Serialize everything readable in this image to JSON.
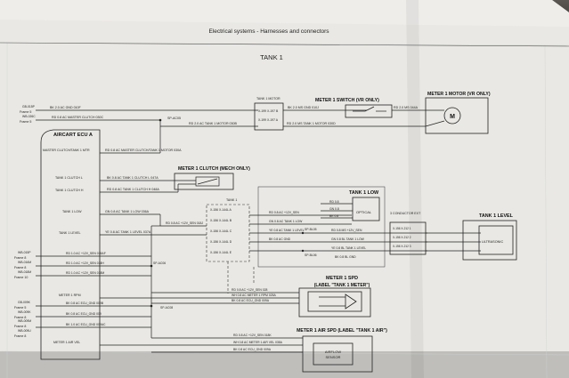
{
  "page": {
    "header": "Electrical systems - Harnesses and connectors",
    "section_title": "TANK 1"
  },
  "colors": {
    "paper": "#ecebe8",
    "ink": "#1d1d1d",
    "background": "#3a3834"
  },
  "blocks": {
    "ecu": "AIRCART ECU A",
    "tank_motor": "TANK 1 MOTOR",
    "meter_switch": "METER 1 SWITCH (VR ONLY)",
    "meter_motor": "METER 1 MOTOR (VR ONLY)",
    "meter_clutch": "METER 1 CLUTCH (MECH ONLY)",
    "tank_low": "TANK 1 LOW",
    "tank_low_optical": "OPTICAL",
    "three_conductor": "3 CONDUCTOR EXT",
    "tank_level": "TANK 1 LEVEL",
    "tank_level_sensor": "ULTRASONIC",
    "tank1_connector": "TANK 1",
    "meter_spd": "METER 1 SPD",
    "meter_spd_label": "(LABEL \"TANK 1 METER\")",
    "meter_air_spd": "METER 1 AIR SPD (LABEL \"TANK 1 AIR\")",
    "airflow_sensor_line1": "AIRFLOW",
    "airflow_sensor_line2": "SENSOR"
  },
  "frames": [
    {
      "splice": "GB-015P",
      "label": "Frame 5"
    },
    {
      "splice": "WB-026C",
      "label": "Frame 5"
    },
    {
      "splice": "WB-015P",
      "label": "Frame 8"
    },
    {
      "splice": "WB-016M",
      "label": "Frame 8"
    },
    {
      "splice": "WB-018M",
      "label": "Frame 10"
    },
    {
      "splice": "GB-009K",
      "label": "Frame 5"
    },
    {
      "splice": "WB-009K",
      "label": "Frame 8"
    },
    {
      "splice": "WB-009M",
      "label": "Frame 8"
    },
    {
      "splice": "WB-009U",
      "label": "Frame 8"
    }
  ],
  "ecu_pins": [
    "MASTER CLUTCH/TANK 1 MTR",
    "TANK 1 CLUTCH L",
    "TANK 1 CLUTCH H",
    "TANK 1 LOW",
    "TANK 1 LEVEL",
    "METER 1 RPM",
    "METER 1 AIR VEL"
  ],
  "wires": {
    "w1": "BK 2.0 AC GND 010F",
    "w2": "RD 0.8 AC MASTER CLUTCH 030C",
    "w3": "RD 0.8 AC MASTER CLUTCH/TANK 1 MOTOR 030A",
    "w4": "RD 2.0 AC TANK 1 MOTOR 030B",
    "w5": "RD 2.0 MS TANK 1 MOTOR 030D",
    "w6": "BK 2.0 MS GND 010J",
    "w7": "RD 2.0 MS 044A",
    "w8": "BK 0.8 AC TANK 1 CLUTCH L 047A",
    "w9": "RD 0.8 AC TANK 1 CLUTCH H 048A",
    "w10": "GN 0.8 AC TANK 1 LOW 036A",
    "w11": "YE 0.8 AC TANK 1 LEVEL 037A",
    "w12": "RD 0.8 AC +12V_SEN 018J",
    "w13": "RD 0.8 AC +12V_SEN",
    "w14": "GN 0.8 AC TANK 1 LOW",
    "w15": "YE 0.8 AC TANK 1 LEVEL",
    "w16": "BK 0.8 AC GND",
    "w17": "RD 1.0 AC +12V_SEN 018AF",
    "w18": "RD 1.0 AC +12V_SEN 018H",
    "w19": "RD 1.0 AC +12V_SEN 018M",
    "w20": "RD 0.8 AC +12V_SEN 028",
    "w21": "WH 0.8 AC METER 1 RPM 025A",
    "w22": "BK 0.8 AC ECU_GND 009A",
    "w23": "BK 0.8 AC ECU_GND 009B",
    "w24": "BK 1.0 AC ECU_GND 009AC",
    "w25": "BK 0.8 AC ECU_GND 009",
    "w26": "WH 0.8 AC METER 1 AIR VEL 035A",
    "w27": "RD 0.8 AC +12V_SEN 018K",
    "w28": "RD 0.8 MS +12V_SEN",
    "w29": "GN 0.8 BL TANK 1 LOW",
    "w30": "YE 0.8 BL TANK 1 LEVEL",
    "w31": "BK 0.8 BL GND",
    "w32": "RD 0.8",
    "w33": "GN 0.8",
    "w34": "BK 0.8"
  },
  "splices": {
    "s1": "SP-AC05",
    "s2": "SP-AC06",
    "s3": "SP-AC08",
    "s4": "SP-BL05",
    "s5": "SP-BL06"
  },
  "connectors": {
    "c1": "X-199 X-197 B",
    "c2": "X-199 X-197 A",
    "c3": "X-156 X-144L A",
    "c4": "X-156 X-144L B",
    "c5": "X-156 X-144L C",
    "c6": "X-156 X-144L D",
    "c7": "X-156 X-144L E",
    "c8": "X-156 X-212 1",
    "c9": "X-156 X-212 2",
    "c10": "X-156 X-212 3"
  }
}
